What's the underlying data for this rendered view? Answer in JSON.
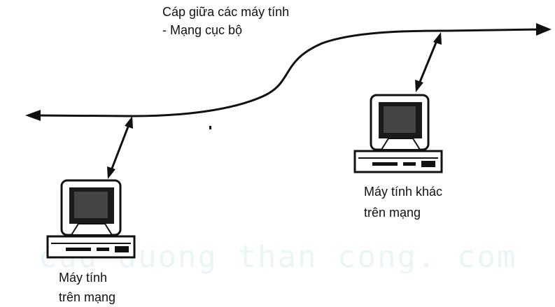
{
  "cable_label": {
    "line1": "Cáp giữa các máy tính",
    "line2": "- Mạng cục bộ"
  },
  "other_computer_label": {
    "line1": "Máy tính khác",
    "line2": "trên mạng"
  },
  "local_computer_label": {
    "line1": "Máy tính",
    "line2": "trên mạng"
  },
  "watermark": "cuu duong than cong. com",
  "colors": {
    "ink": "#111111",
    "background": "#ffffff",
    "watermark": "#eaf5f8"
  }
}
